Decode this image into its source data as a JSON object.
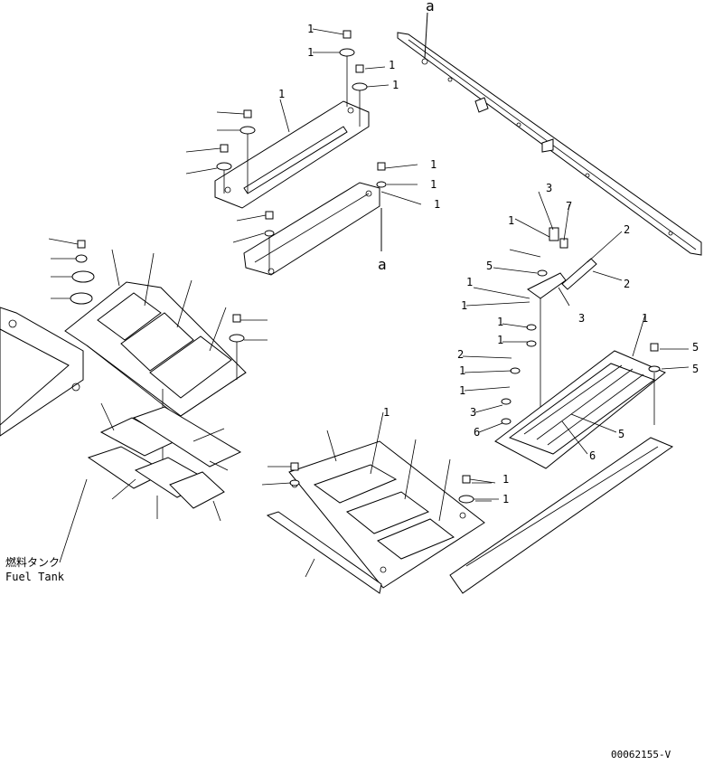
{
  "callouts": {
    "c1": "1",
    "c2": "1",
    "c3": "1",
    "c4": "1",
    "c5": "1",
    "c6": "1",
    "c7": "1",
    "c8": "1",
    "c9": "1",
    "c10": "1",
    "c11": "3",
    "c12": "7",
    "c13": "1",
    "c14": "2",
    "c15": "5",
    "c16": "2",
    "c17": "1",
    "c18": "3",
    "c19": "1",
    "c20": "1",
    "c21": "2",
    "c22": "1",
    "c23": "1",
    "c24": "1",
    "c25": "5",
    "c26": "5",
    "c27": "6",
    "c28": "5",
    "c29": "6",
    "c30": "1",
    "c31": "3",
    "c32": "1"
  },
  "reference_labels": {
    "top": "a",
    "middle": "a"
  },
  "caption": {
    "japanese": "燃料タンク",
    "english": "Fuel Tank"
  },
  "document_number": "00062155-V"
}
